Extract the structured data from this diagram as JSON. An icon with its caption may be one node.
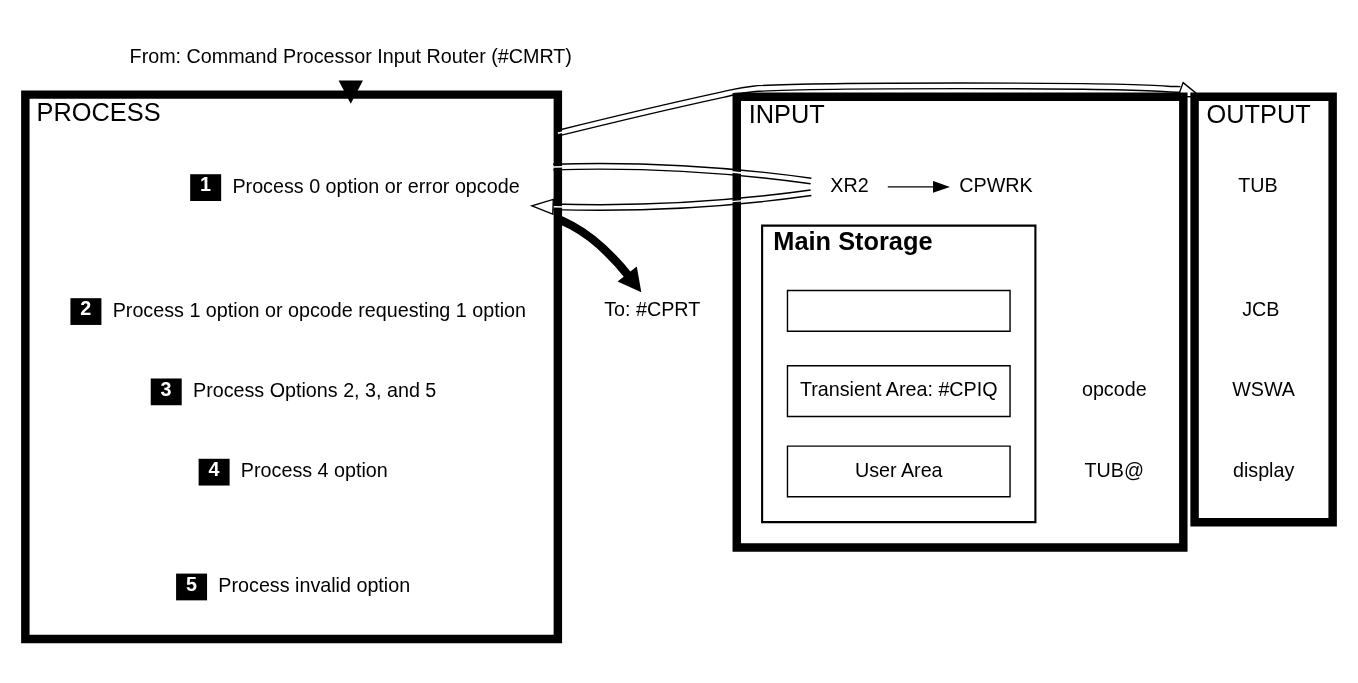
{
  "diagram": {
    "nodes": [
      {
        "text": [
          "From: Command Processor Input Router (#CMRT)"
        ]
      },
      {
        "text": [
          "INPUT"
        ]
      },
      {
        "text": [
          "XR2"
        ],
        "in": 1
      },
      {
        "text": [
          "CPWRK"
        ],
        "in": 1
      },
      {
        "text": [
          "Main Storage"
        ],
        "in": 1
      },
      {
        "text": [],
        "shape": "box",
        "in": 4
      },
      {
        "text": [
          "Transient Area: #CPIQ"
        ],
        "in": 4
      },
      {
        "text": [
          "User Area"
        ],
        "in": 4
      },
      {
        "text": [
          "opcode"
        ],
        "in": 1
      },
      {
        "text": [
          "TUB@"
        ],
        "in": 1
      },
      {
        "text": [
          "PROCESS"
        ]
      },
      {
        "text": [
          "1",
          "Process 0 option or error opcode"
        ],
        "in": 10
      },
      {
        "text": [
          "2",
          "Process 1 option or opcode requesting 1 option"
        ],
        "in": 10
      },
      {
        "text": [
          "3",
          "Process Options 2, 3, and 5"
        ],
        "in": 10
      },
      {
        "text": [
          "4",
          "Process 4 option"
        ],
        "in": 10
      },
      {
        "text": [
          "5",
          "Process invalid option"
        ],
        "in": 10
      },
      {
        "text": [
          "OUTPUT"
        ]
      },
      {
        "text": [
          "TUB"
        ],
        "in": 16
      },
      {
        "text": [
          "JCB"
        ],
        "in": 16
      },
      {
        "text": [
          "WSWA"
        ],
        "in": 16
      },
      {
        "text": [
          "display"
        ],
        "in": 16
      },
      {
        "text": [
          "To: #CPRT"
        ]
      }
    ],
    "edges": [
      {
        "from": 0,
        "to": 10,
        "arrow": "to",
        "style": "thick"
      },
      {
        "from": 2,
        "to": 3,
        "arrow": "to"
      },
      {
        "from": 1,
        "to": 10,
        "arrow": "to"
      },
      {
        "from": 10,
        "to": 16,
        "arrow": "to"
      },
      {
        "from": 10,
        "to": 21,
        "arrow": "to",
        "style": "thick"
      }
    ]
  }
}
